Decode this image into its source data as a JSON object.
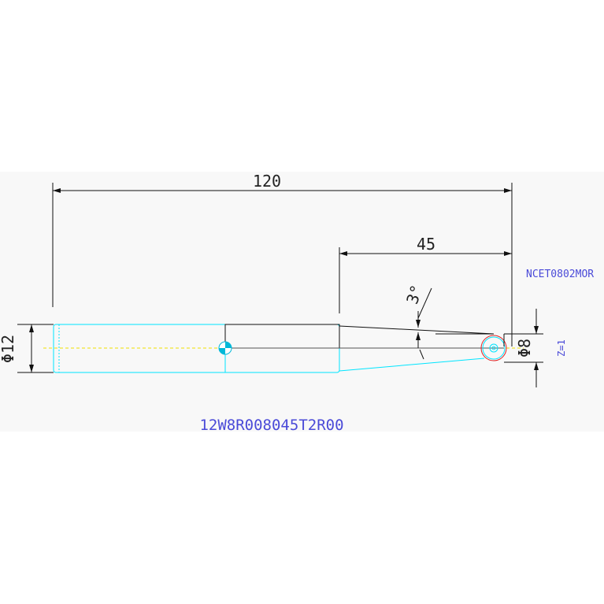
{
  "drawing": {
    "dim_overall_length": "120",
    "dim_taper_length": "45",
    "dim_taper_angle": "3°",
    "dim_shank_diameter": "Φ12",
    "dim_tip_diameter": "Φ8",
    "insert_code": "NCET0802MOR",
    "flute_count": "Z=1",
    "part_number": "12W8R008045T2R00"
  },
  "colors": {
    "background": "#ffffff",
    "panel": "#f8f8f8",
    "dimension": "#111111",
    "outline": "#00e5ff",
    "centerline": "#f0e000",
    "axis": "#555555",
    "annotation": "#4a4ad8",
    "circle_red": "#e02020"
  }
}
